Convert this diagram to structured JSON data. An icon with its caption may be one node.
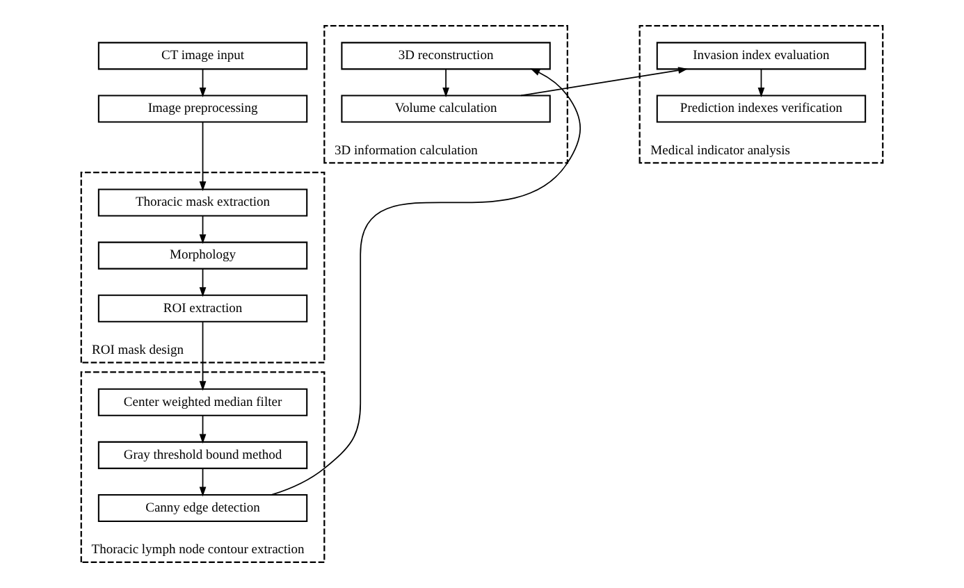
{
  "diagram": {
    "nodes": [
      {
        "text": [
          "CT image input"
        ]
      },
      {
        "text": [
          "Image preprocessing"
        ]
      },
      {
        "text": [
          "ROI mask design"
        ]
      },
      {
        "text": [
          "Thoracic mask extraction"
        ],
        "in": 2
      },
      {
        "text": [
          "Morphology"
        ],
        "in": 2
      },
      {
        "text": [
          "ROI extraction"
        ],
        "in": 2
      },
      {
        "text": [
          "Thoracic lymph node contour extraction"
        ]
      },
      {
        "text": [
          "Center weighted median filter"
        ],
        "in": 6
      },
      {
        "text": [
          "Gray threshold bound method"
        ],
        "in": 6
      },
      {
        "text": [
          "Canny edge detection"
        ],
        "in": 6
      },
      {
        "text": [
          "3D information calculation"
        ]
      },
      {
        "text": [
          "3D reconstruction"
        ],
        "in": 10
      },
      {
        "text": [
          "Volume calculation"
        ],
        "in": 10
      },
      {
        "text": [
          "Medical indicator analysis"
        ]
      },
      {
        "text": [
          "Invasion index evaluation"
        ],
        "in": 13
      },
      {
        "text": [
          "Prediction indexes verification"
        ],
        "in": 13
      }
    ],
    "edges": [
      {
        "from": 0,
        "to": 1,
        "arrow": "to"
      },
      {
        "from": 1,
        "to": 3,
        "arrow": "to"
      },
      {
        "from": 3,
        "to": 4,
        "arrow": "to"
      },
      {
        "from": 4,
        "to": 5,
        "arrow": "to"
      },
      {
        "from": 5,
        "to": 7,
        "arrow": "to"
      },
      {
        "from": 7,
        "to": 8,
        "arrow": "to"
      },
      {
        "from": 8,
        "to": 9,
        "arrow": "to"
      },
      {
        "from": 9,
        "to": 11,
        "arrow": "to"
      },
      {
        "from": 11,
        "to": 12,
        "arrow": "to"
      },
      {
        "from": 12,
        "to": 14,
        "arrow": "to"
      },
      {
        "from": 14,
        "to": 15,
        "arrow": "to"
      }
    ]
  }
}
